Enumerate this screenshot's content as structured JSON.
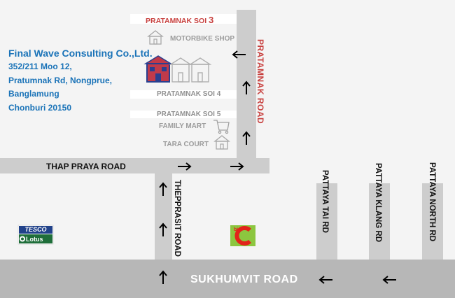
{
  "company": {
    "name": "Final Wave Consulting Co.,Ltd.",
    "address_lines": [
      "352/211 Moo 12,",
      "Pratumnak Rd, Nongprue,",
      "Banglamung",
      "Chonburi  20150"
    ]
  },
  "roads": {
    "sukhumvit": "SUKHUMVIT ROAD",
    "thap_praya": "THAP PRAYA ROAD",
    "thepprasit": "THEPPRASIT ROAD",
    "pratamnak": "PRATAMNAK ROAD",
    "pattaya_tai": "PATTAYA TAI RD",
    "pattaya_klang": "PATTAYA KLANG RD",
    "pattaya_north": "PATTAYA NORTH RD"
  },
  "sois": {
    "soi3_prefix": "PRATAMNAK SOI ",
    "soi3_num": "3",
    "soi4": "PRATAMNAK SOI 4",
    "soi5": "PRATAMNAK SOI 5"
  },
  "landmarks": {
    "motorbike_shop": "MOTORBIKE SHOP",
    "family_mart": "FAMILY MART",
    "tara_court": "TARA COURT",
    "tesco_logo_text": "TESCO",
    "lotus_logo_text": "Lotus",
    "bigc_logo_text": "Big C"
  },
  "colors": {
    "road": "#cdcdcd",
    "main_road": "#b7b7b7",
    "company_text": "#1a73b8",
    "pratamnak_label": "#c8413f",
    "office_marker": "#c03a4a",
    "tesco_blue": "#21428a",
    "lotus_green": "#1f6e3a",
    "bigc_green": "#8cc63f",
    "bigc_red": "#e2231a"
  },
  "icons": [
    "arrow-icon",
    "house-icon",
    "cart-icon",
    "office-building-icon",
    "tesco-lotus-logo",
    "big-c-logo"
  ]
}
